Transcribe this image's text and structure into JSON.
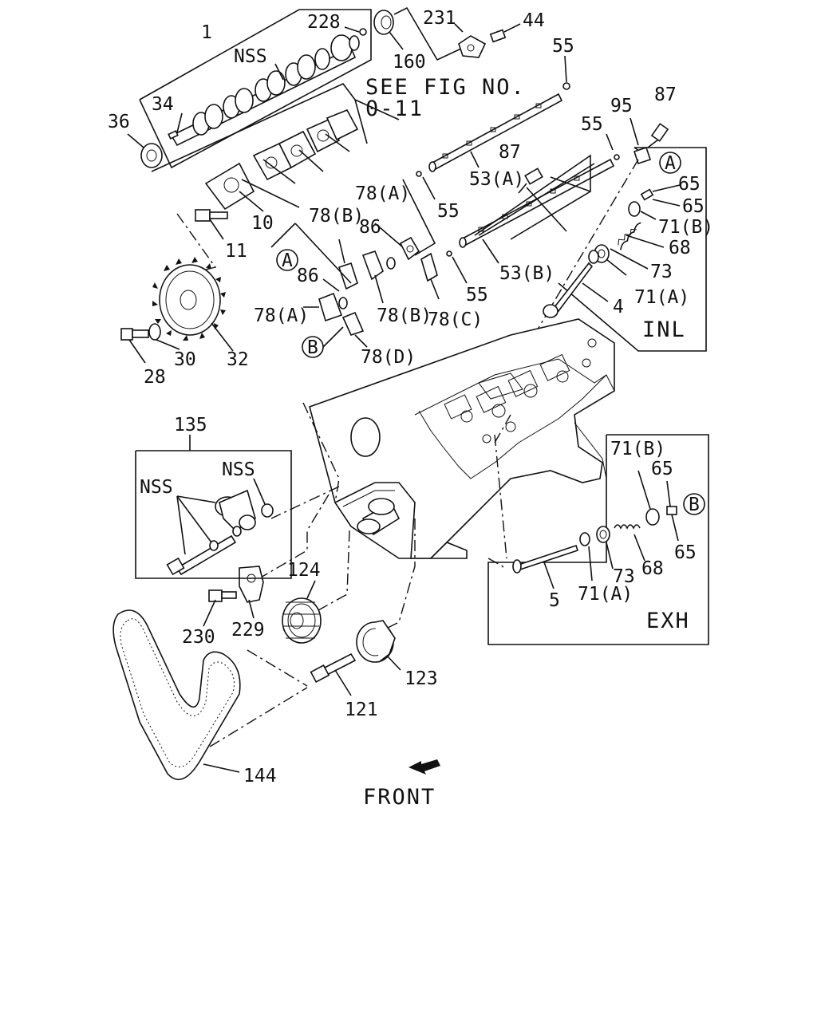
{
  "labels": {
    "p1": "1",
    "p228": "228",
    "p160": "160",
    "p231": "231",
    "p44": "44",
    "p55a": "55",
    "nss_cam": "NSS",
    "see_fig1": "SEE FIG NO.",
    "see_fig2": "0-11",
    "p34": "34",
    "p36": "36",
    "p10": "10",
    "p11": "11",
    "p95": "95",
    "p87a": "87",
    "p55b": "55",
    "p87b": "87",
    "p53a": "53(A)",
    "p78a1": "78(A)",
    "p55c": "55",
    "p78b1": "78(B)",
    "p86a": "86",
    "p86b": "86",
    "p53b": "53(B)",
    "p55d": "55",
    "p78a2": "78(A)",
    "p78b2": "78(B)",
    "p78c": "78(C)",
    "p78d": "78(D)",
    "p28": "28",
    "p30": "30",
    "p32": "32",
    "circA1": "A",
    "circA2": "A",
    "circB1": "B",
    "circB2": "B",
    "p65a": "65",
    "p65b": "65",
    "p71b1": "71(B)",
    "p68a": "68",
    "p73a": "73",
    "p71a1": "71(A)",
    "p4": "4",
    "inl": "INL",
    "p135": "135",
    "nss1": "NSS",
    "nss2": "NSS",
    "p124": "124",
    "p230": "230",
    "p229": "229",
    "p123": "123",
    "p121": "121",
    "p144": "144",
    "p71b2": "71(B)",
    "p65c": "65",
    "p65d": "65",
    "p68b": "68",
    "p73b": "73",
    "p71a2": "71(A)",
    "p5": "5",
    "exh": "EXH",
    "front": "FRONT"
  }
}
